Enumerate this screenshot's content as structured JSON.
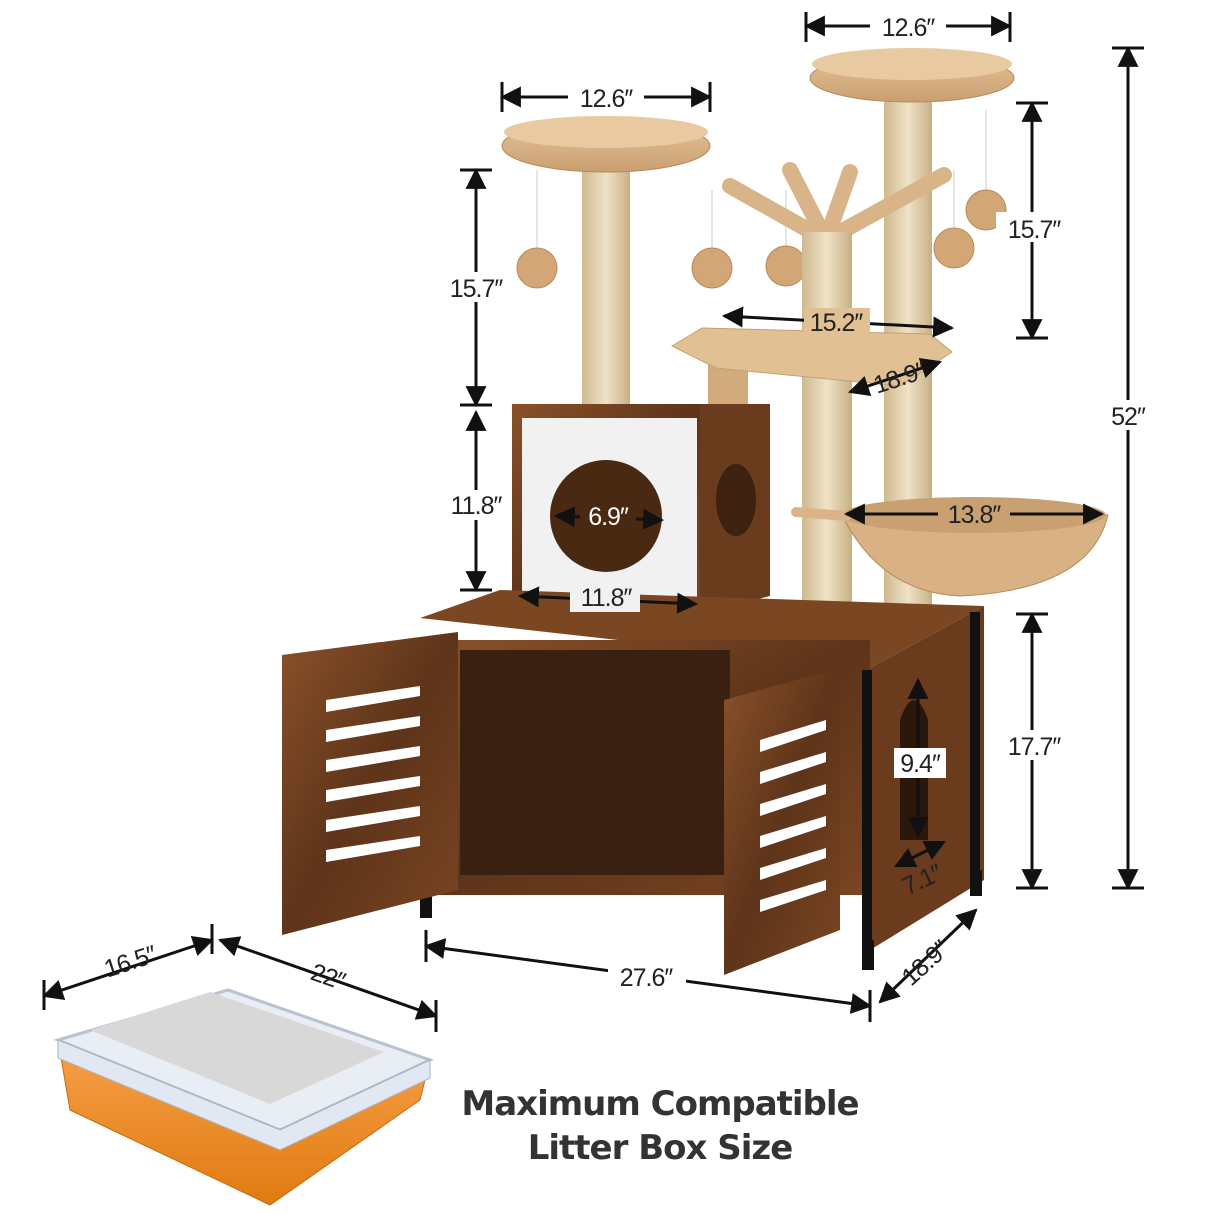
{
  "dimensions": {
    "top_platform_width": "12.6″",
    "left_platform_width": "12.6″",
    "left_post_height": "15.7″",
    "right_post_height": "15.7″",
    "condo_height": "11.8″",
    "condo_width": "11.8″",
    "condo_hole": "6.9″",
    "perch_width": "15.2″",
    "perch_depth": "18.9″",
    "basket_width": "13.8″",
    "cabinet_height": "17.7″",
    "side_hole_height": "9.4″",
    "side_hole_width": "7.1″",
    "total_height": "52″",
    "cabinet_width": "27.6″",
    "cabinet_depth": "18.9″",
    "litter_width": "16.5″",
    "litter_length": "22″"
  },
  "caption": {
    "line1": "Maximum Compatible",
    "line2": "Litter Box Size"
  },
  "colors": {
    "wood": "#6b3d1e",
    "plush": "#d9b488",
    "sisal": "#e3d2b0",
    "litter_box": "#f08a24",
    "arrow": "#111111"
  }
}
